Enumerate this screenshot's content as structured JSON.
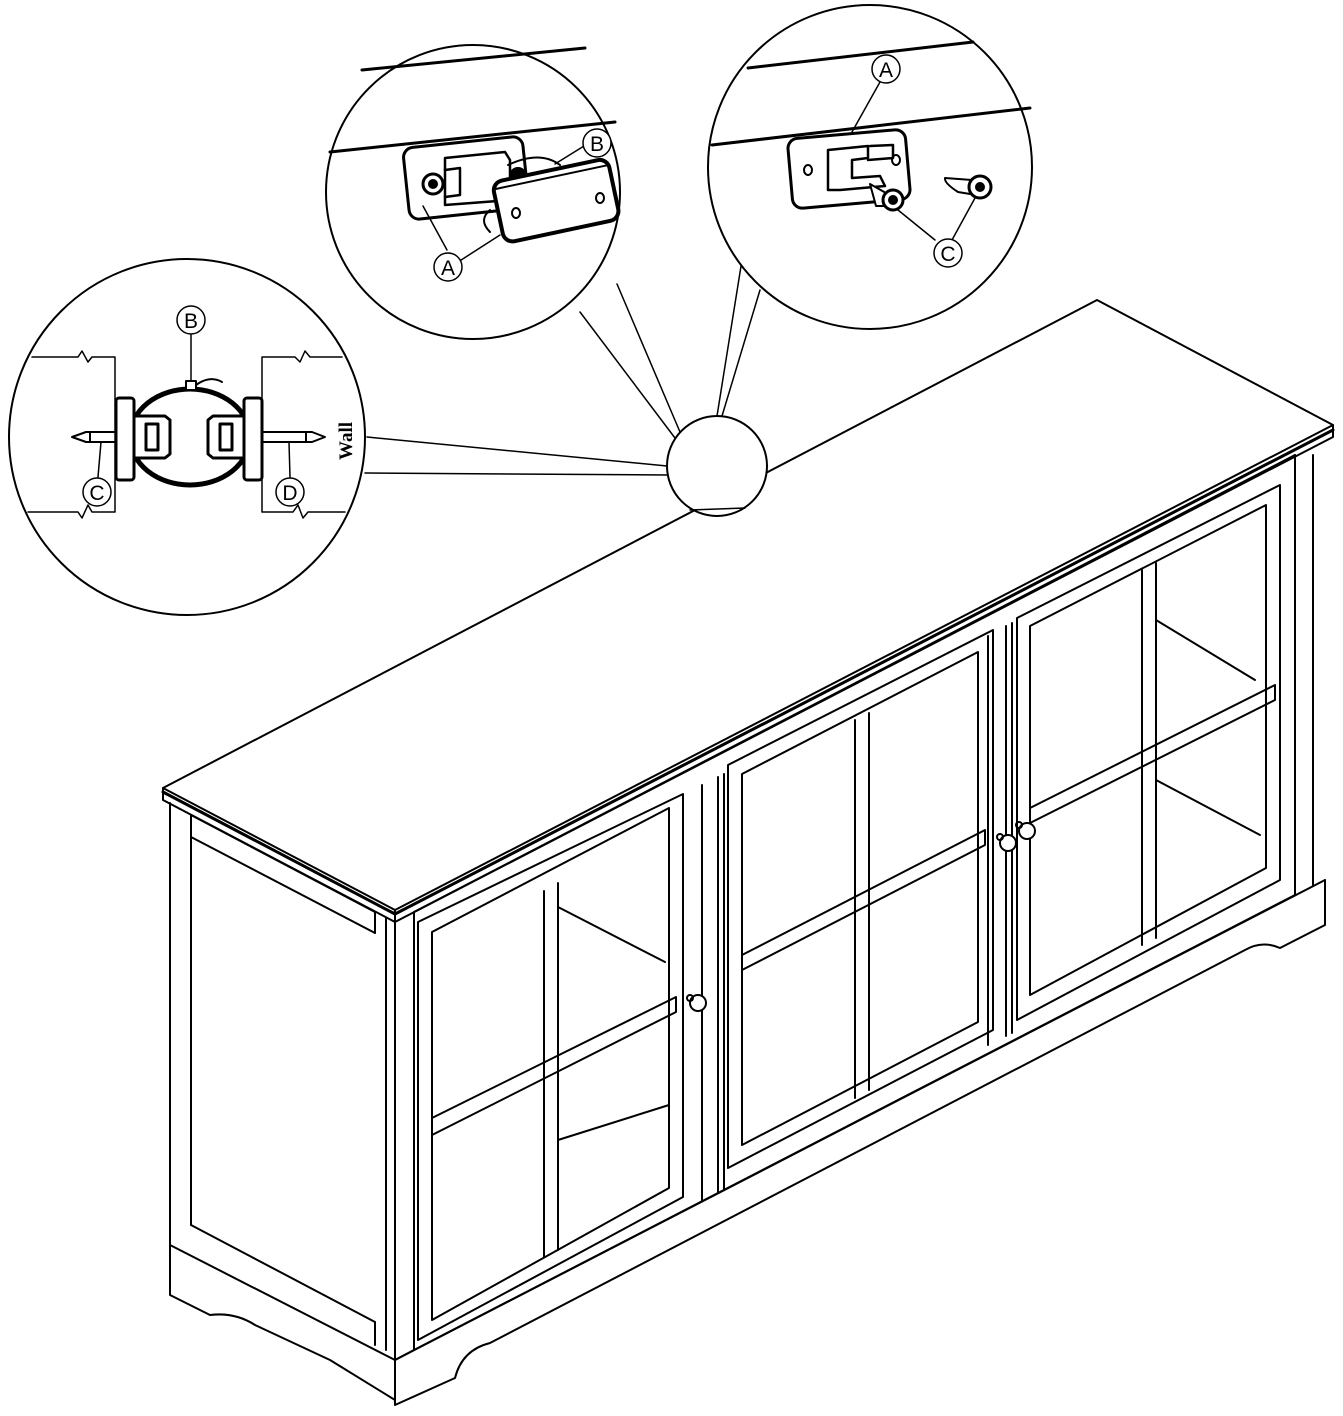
{
  "labels": {
    "a": "A",
    "b": "B",
    "c": "C",
    "d": "D",
    "wall": "Wall"
  },
  "colors": {
    "stroke": "#000000",
    "background": "#ffffff"
  }
}
